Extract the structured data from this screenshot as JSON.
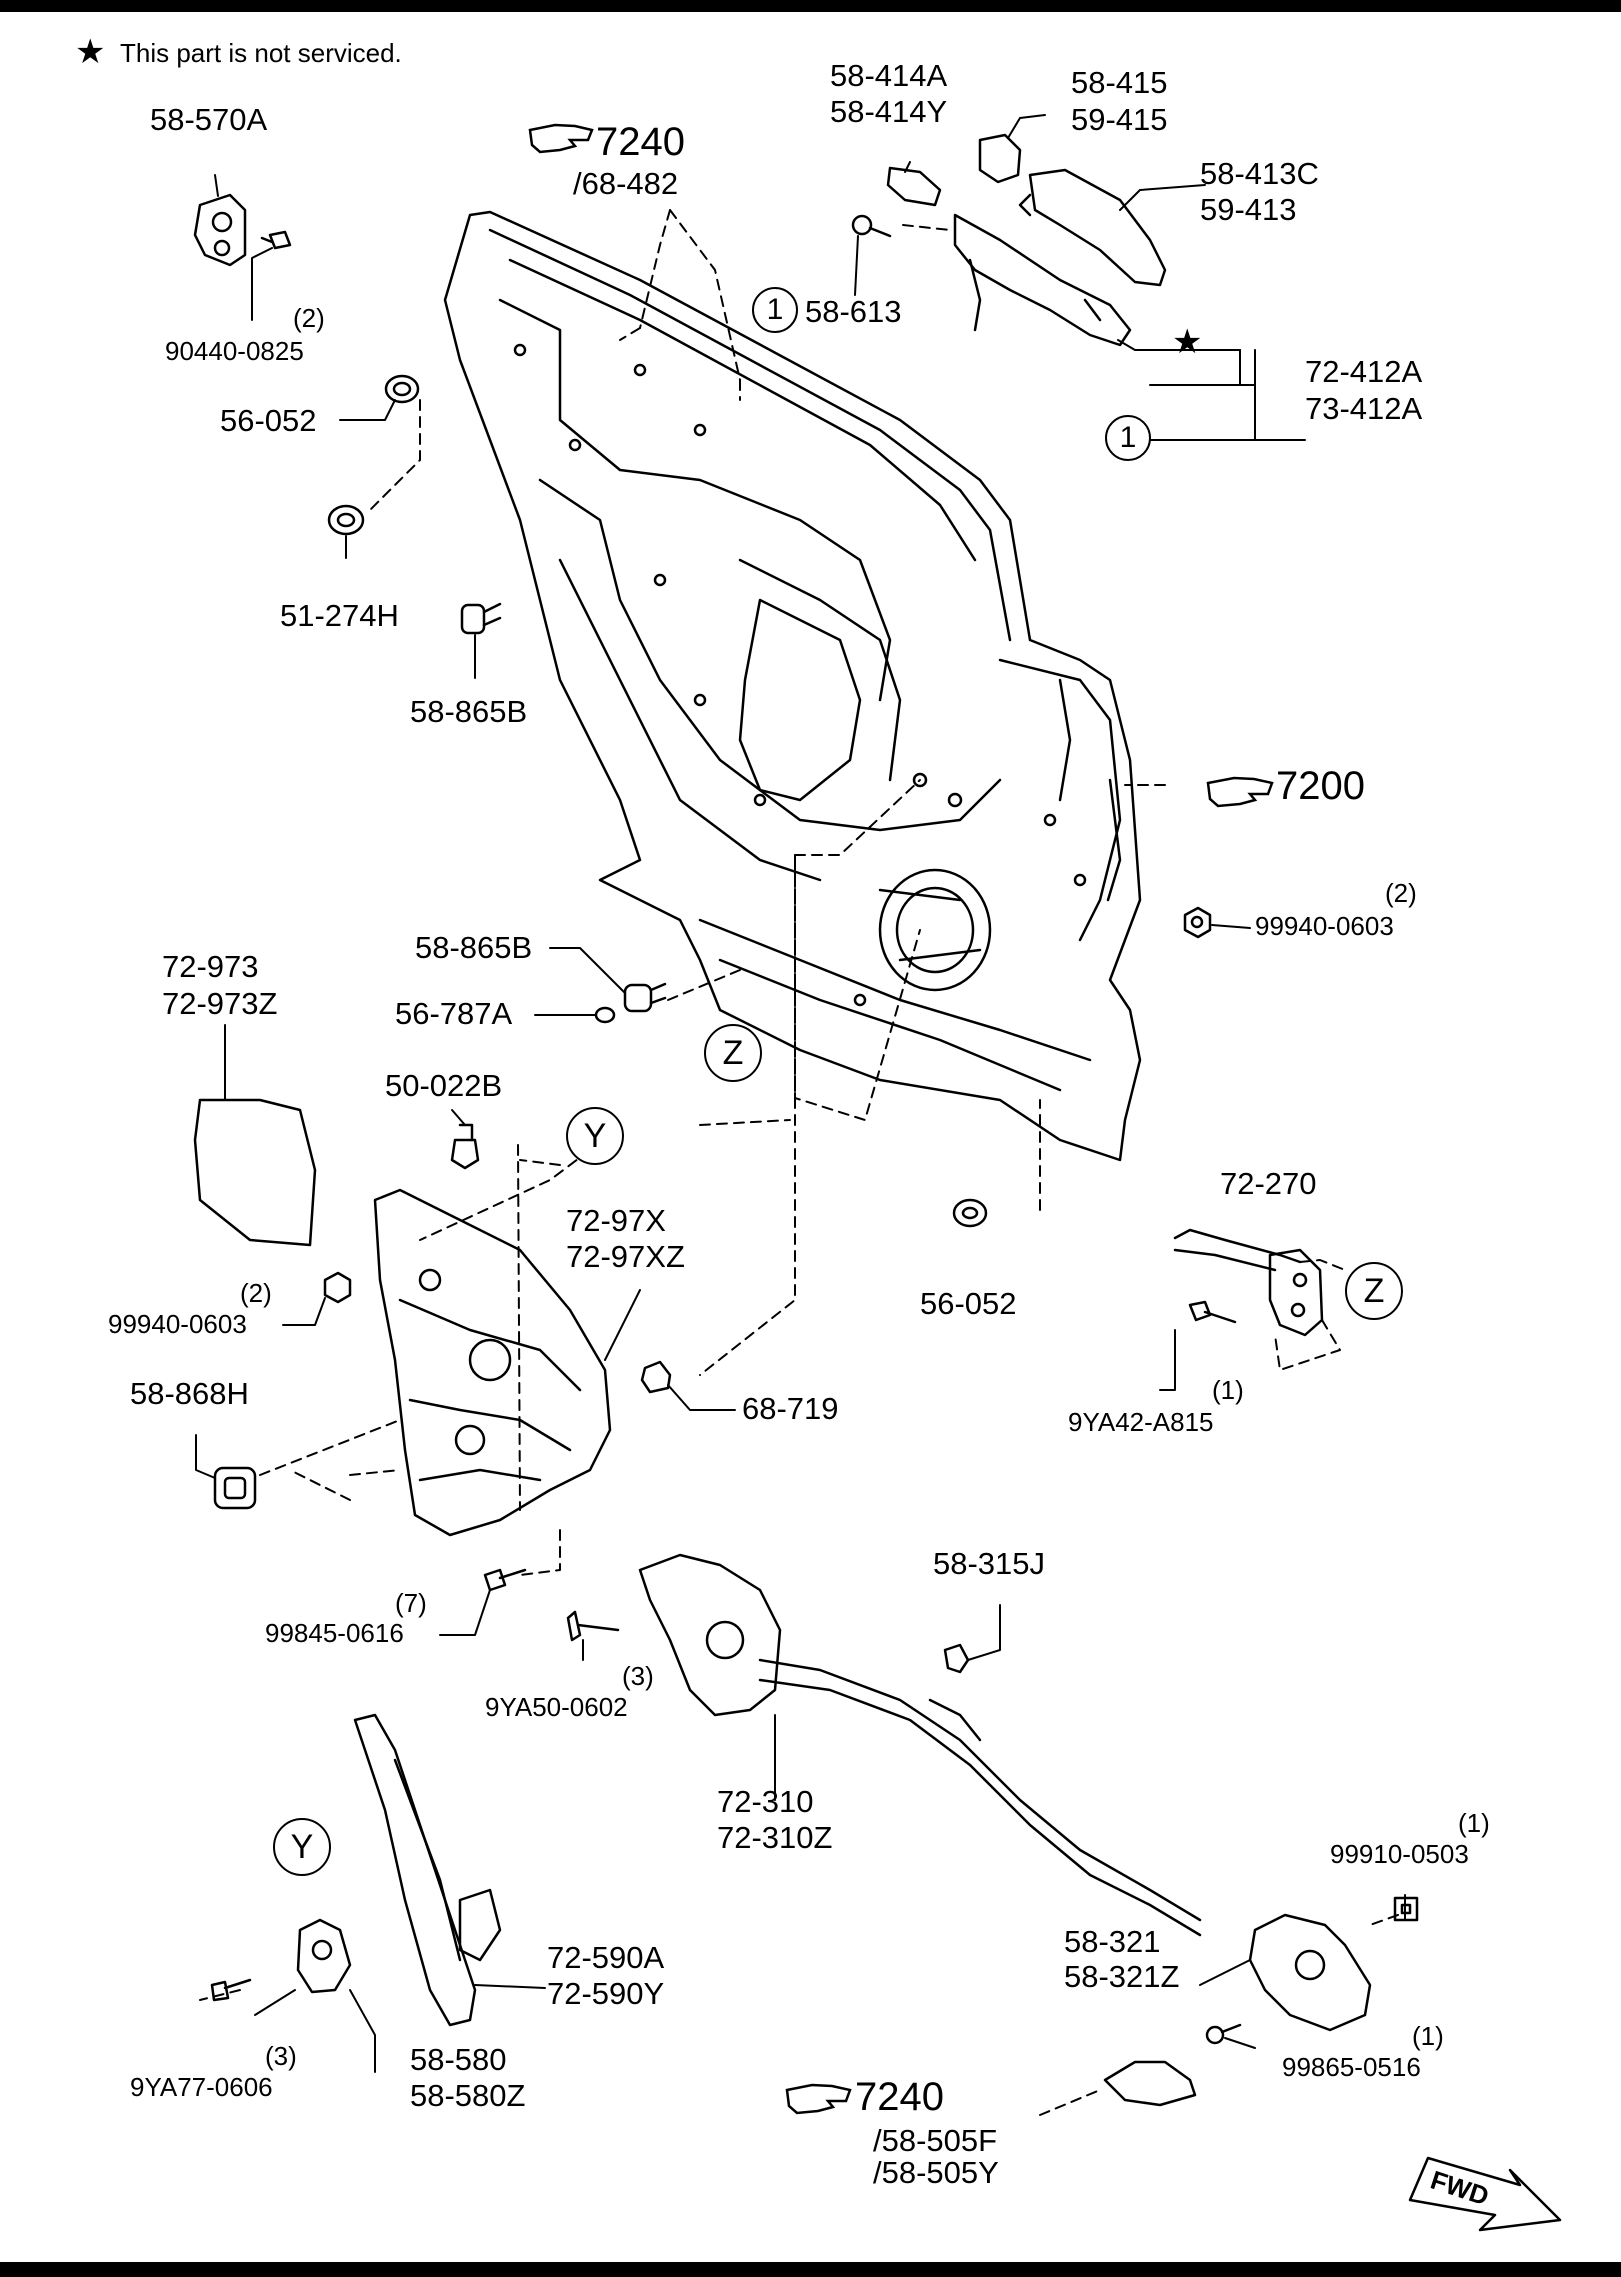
{
  "note": {
    "symbol": "★",
    "text": "This part is not serviced."
  },
  "refs": {
    "top_center": {
      "number": "7240",
      "sub": "/68-482"
    },
    "right_mid": {
      "number": "7200"
    },
    "bottom": {
      "number": "7240",
      "sub1": "/58-505F",
      "sub2": "/58-505Y"
    }
  },
  "markers": {
    "one": "1",
    "y": "Y",
    "z": "Z",
    "star": "★",
    "fwd": "FWD"
  },
  "parts": {
    "p58_570A": "58-570A",
    "p90440_0825": "90440-0825",
    "q90440": "(2)",
    "p56_052_top": "56-052",
    "p51_274H": "51-274H",
    "p58_865B_top": "58-865B",
    "p58_414A": "58-414A",
    "p58_414Y": "58-414Y",
    "p58_415": "58-415",
    "p59_415": "59-415",
    "p58_413C": "58-413C",
    "p59_413": "59-413",
    "p58_613": "58-613",
    "p72_412A": "72-412A",
    "p73_412A": "73-412A",
    "p99940_0603_r": "99940-0603",
    "q99940_r": "(2)",
    "p58_865B_mid": "58-865B",
    "p56_787A": "56-787A",
    "p72_973": "72-973",
    "p72_973Z": "72-973Z",
    "p50_022B": "50-022B",
    "p72_97X": "72-97X",
    "p72_97XZ": "72-97XZ",
    "p99940_0603_l": "99940-0603",
    "q99940_l": "(2)",
    "p58_868H": "58-868H",
    "p68_719": "68-719",
    "p56_052_mid": "56-052",
    "p72_270": "72-270",
    "p9YA42_A815": "9YA42-A815",
    "q9YA42": "(1)",
    "p99845_0616": "99845-0616",
    "q99845": "(7)",
    "p58_315J": "58-315J",
    "p9YA50_0602": "9YA50-0602",
    "q9YA50": "(3)",
    "p72_310": "72-310",
    "p72_310Z": "72-310Z",
    "p99910_0503": "99910-0503",
    "q99910": "(1)",
    "p72_590A": "72-590A",
    "p72_590Y": "72-590Y",
    "p58_321": "58-321",
    "p58_321Z": "58-321Z",
    "p99865_0516": "99865-0516",
    "q99865": "(1)",
    "p9YA77_0606": "9YA77-0606",
    "q9YA77": "(3)",
    "p58_580": "58-580",
    "p58_580Z": "58-580Z"
  }
}
